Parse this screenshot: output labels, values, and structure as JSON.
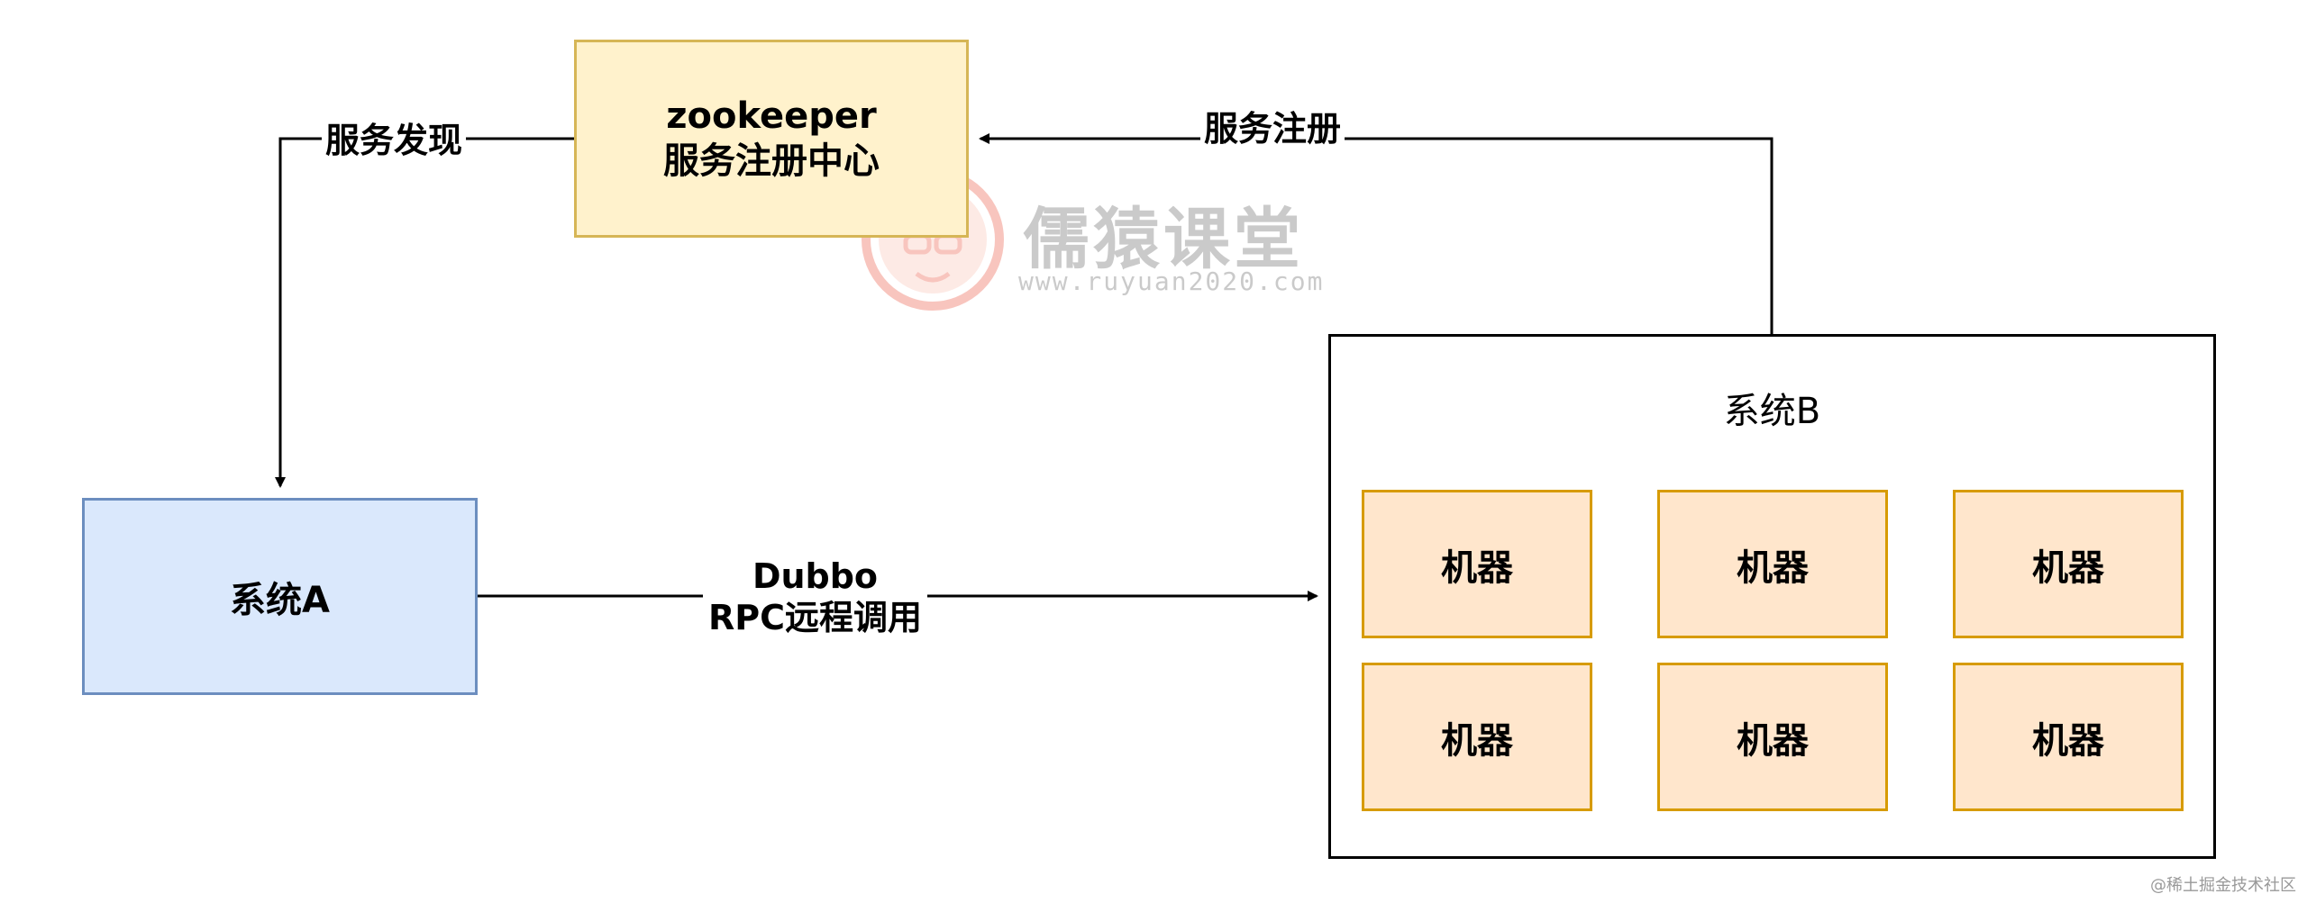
{
  "nodes": {
    "zookeeper": {
      "line1": "zookeeper",
      "line2": "服务注册中心"
    },
    "system_a": {
      "label": "系统A"
    },
    "system_b": {
      "title": "系统B",
      "machines": [
        "机器",
        "机器",
        "机器",
        "机器",
        "机器",
        "机器"
      ]
    }
  },
  "edges": {
    "discovery": {
      "label": "服务发现"
    },
    "registration": {
      "label": "服务注册"
    },
    "rpc": {
      "line1": "Dubbo",
      "line2": "RPC远程调用"
    }
  },
  "watermark": {
    "title": "儒猿课堂",
    "url": "www.ruyuan2020.com"
  },
  "footer": {
    "credit": "@稀土掘金技术社区"
  },
  "colors": {
    "zookeeper_fill": "#fff2cc",
    "zookeeper_stroke": "#d6b656",
    "system_a_fill": "#dae8fc",
    "system_a_stroke": "#6c8ebf",
    "machine_fill": "#ffe6cc",
    "machine_stroke": "#d79b00",
    "edge": "#000000",
    "watermark_logo": "#f08070"
  }
}
